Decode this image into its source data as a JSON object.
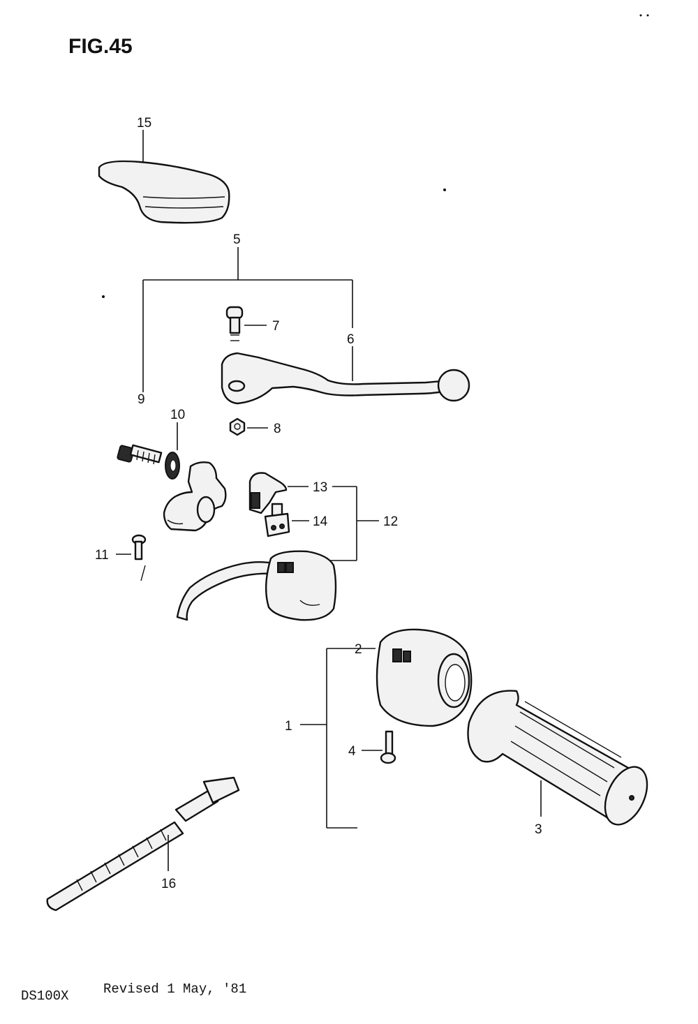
{
  "figure": {
    "title": "FIG.45"
  },
  "footer": {
    "model": "DS100X",
    "revision": "Revised 1 May, '81"
  },
  "callouts": {
    "c1": "1",
    "c2": "2",
    "c3": "3",
    "c4": "4",
    "c5": "5",
    "c6": "6",
    "c7": "7",
    "c8": "8",
    "c9": "9",
    "c10": "10",
    "c11": "11",
    "c12": "12",
    "c13": "13",
    "c14": "14",
    "c15": "15",
    "c16": "16"
  }
}
